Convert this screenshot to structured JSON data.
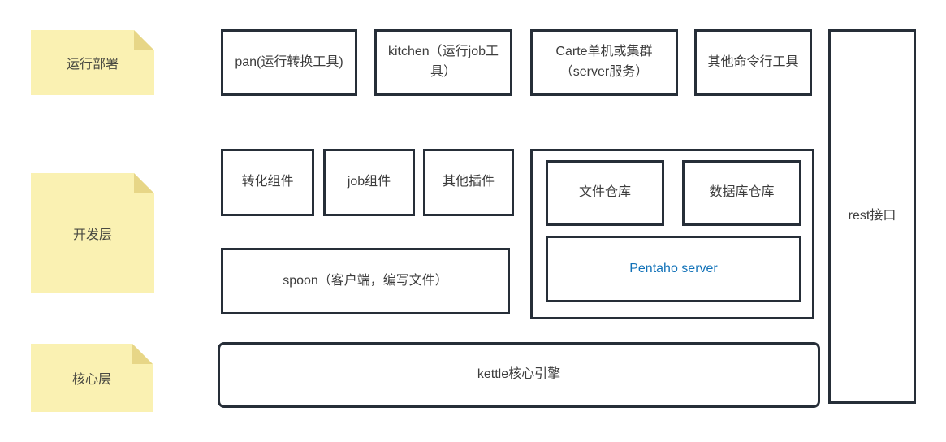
{
  "diagram": {
    "title_semantic": "kettle-pentaho-architecture",
    "layers": {
      "deploy": {
        "label": "运行部署"
      },
      "dev": {
        "label": "开发层"
      },
      "core": {
        "label": "核心层"
      }
    },
    "deploy_row": {
      "pan": {
        "label": "pan(运行转换工具)"
      },
      "kitchen": {
        "label": "kitchen（运行job工具）"
      },
      "carte": {
        "label": "Carte单机或集群（server服务）"
      },
      "other_cli": {
        "label": "其他命令行工具"
      }
    },
    "dev_row": {
      "transform": {
        "label": "转化组件"
      },
      "job": {
        "label": "job组件"
      },
      "plugins": {
        "label": "其他插件"
      }
    },
    "server_group": {
      "file_repo": {
        "label": "文件仓库"
      },
      "db_repo": {
        "label": "数据库仓库"
      },
      "pentaho_server": {
        "label": "Pentaho server"
      }
    },
    "spoon": {
      "label": "spoon（客户端，编写文件）"
    },
    "core_engine": {
      "label": "kettle核心引擎"
    },
    "rest": {
      "label": "rest接口"
    },
    "colors": {
      "note_fill": "#faf1b2",
      "note_fold": "#e7d687",
      "box_border": "#262e38",
      "text": "#3d3d3d",
      "pentaho_blue": "#1272b8",
      "background": "#ffffff"
    }
  }
}
